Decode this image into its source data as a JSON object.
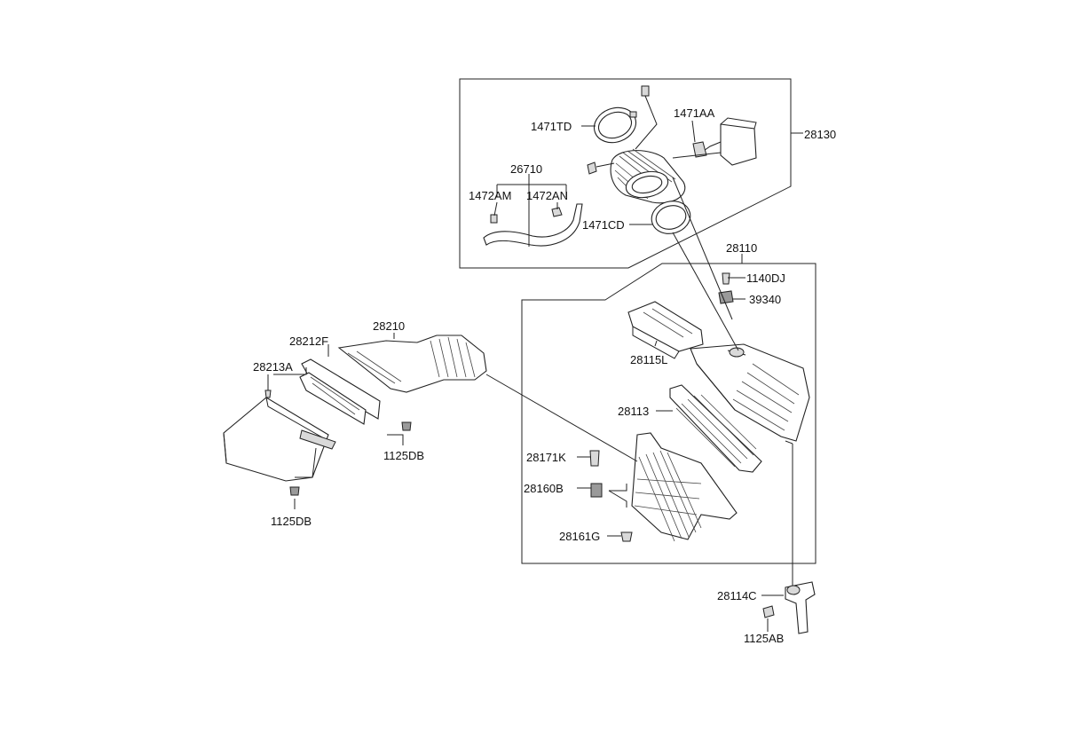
{
  "diagram": {
    "labels": {
      "p28130": "28130",
      "p1471TD": "1471TD",
      "p1471AA": "1471AA",
      "p26710": "26710",
      "p1472AM": "1472AM",
      "p1472AN": "1472AN",
      "p1471CD": "1471CD",
      "p28110": "28110",
      "p1140DJ": "1140DJ",
      "p39340": "39340",
      "p28115L": "28115L",
      "p28113": "28113",
      "p28171K": "28171K",
      "p28160B": "28160B",
      "p28161G": "28161G",
      "p28114C": "28114C",
      "p1125AB": "1125AB",
      "p28210": "28210",
      "p28212F": "28212F",
      "p28213A": "28213A",
      "p1125DB_a": "1125DB",
      "p1125DB_b": "1125DB"
    }
  }
}
